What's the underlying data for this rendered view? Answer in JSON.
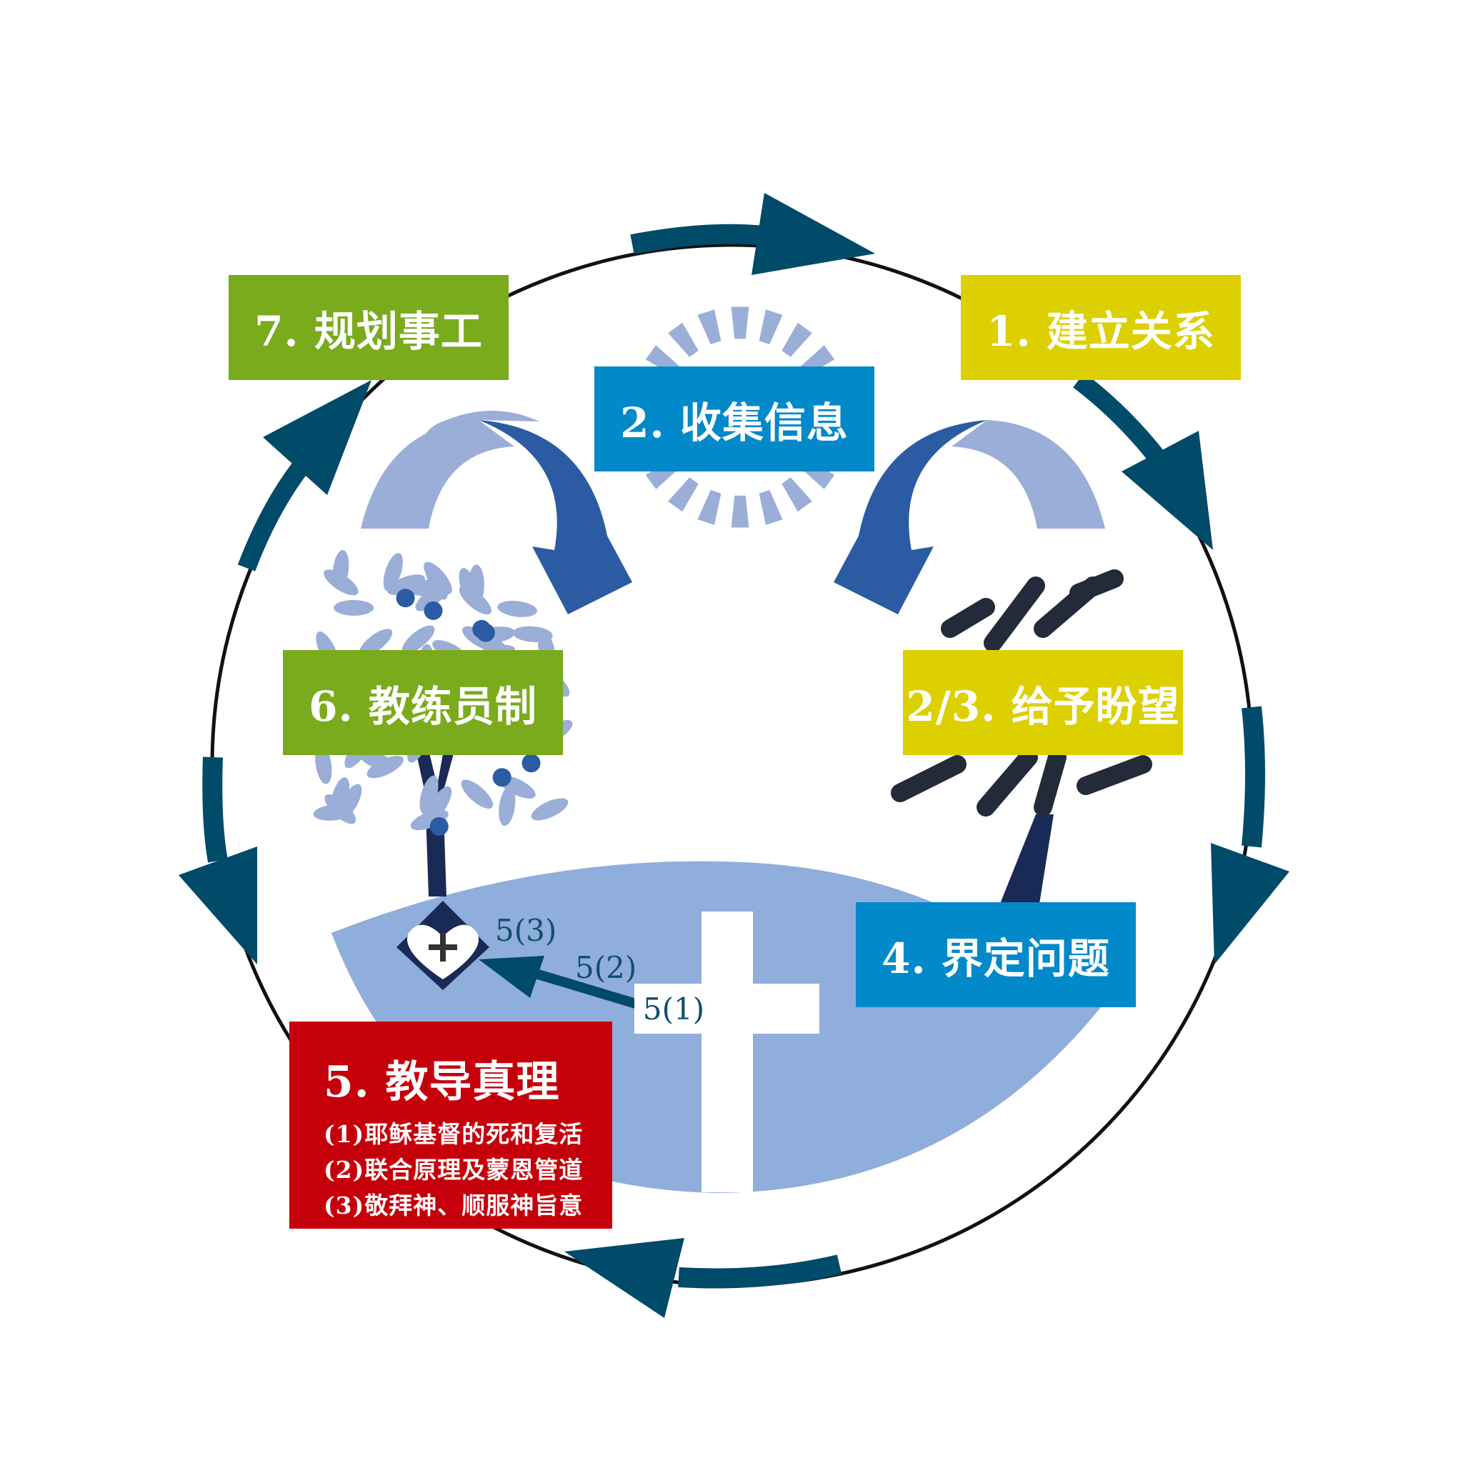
{
  "steps": {
    "s1": "1. 建立关系",
    "s2": "2. 收集信息",
    "s23": "2/3. 给予盼望",
    "s4": "4. 界定问题",
    "s5": {
      "title": "5. 教导真理",
      "items": [
        "(1)耶稣基督的死和复活",
        "(2)联合原理及蒙恩管道",
        "(3)敬拜神、顺服神旨意"
      ]
    },
    "s6": "6. 教练员制",
    "s7": "7. 规划事工"
  },
  "labels": {
    "l51": "5(1)",
    "l52": "5(2)",
    "l53": "5(3)"
  },
  "colors": {
    "green": "#7aab1c",
    "yellow": "#dcd000",
    "blue": "#0189c9",
    "red": "#c6000b",
    "navy": "#004a6a",
    "lightblue": "#90aedb",
    "darkblue": "#2b5ca3",
    "paleblue": "#9aaed8",
    "tree": "#1a2a57"
  }
}
